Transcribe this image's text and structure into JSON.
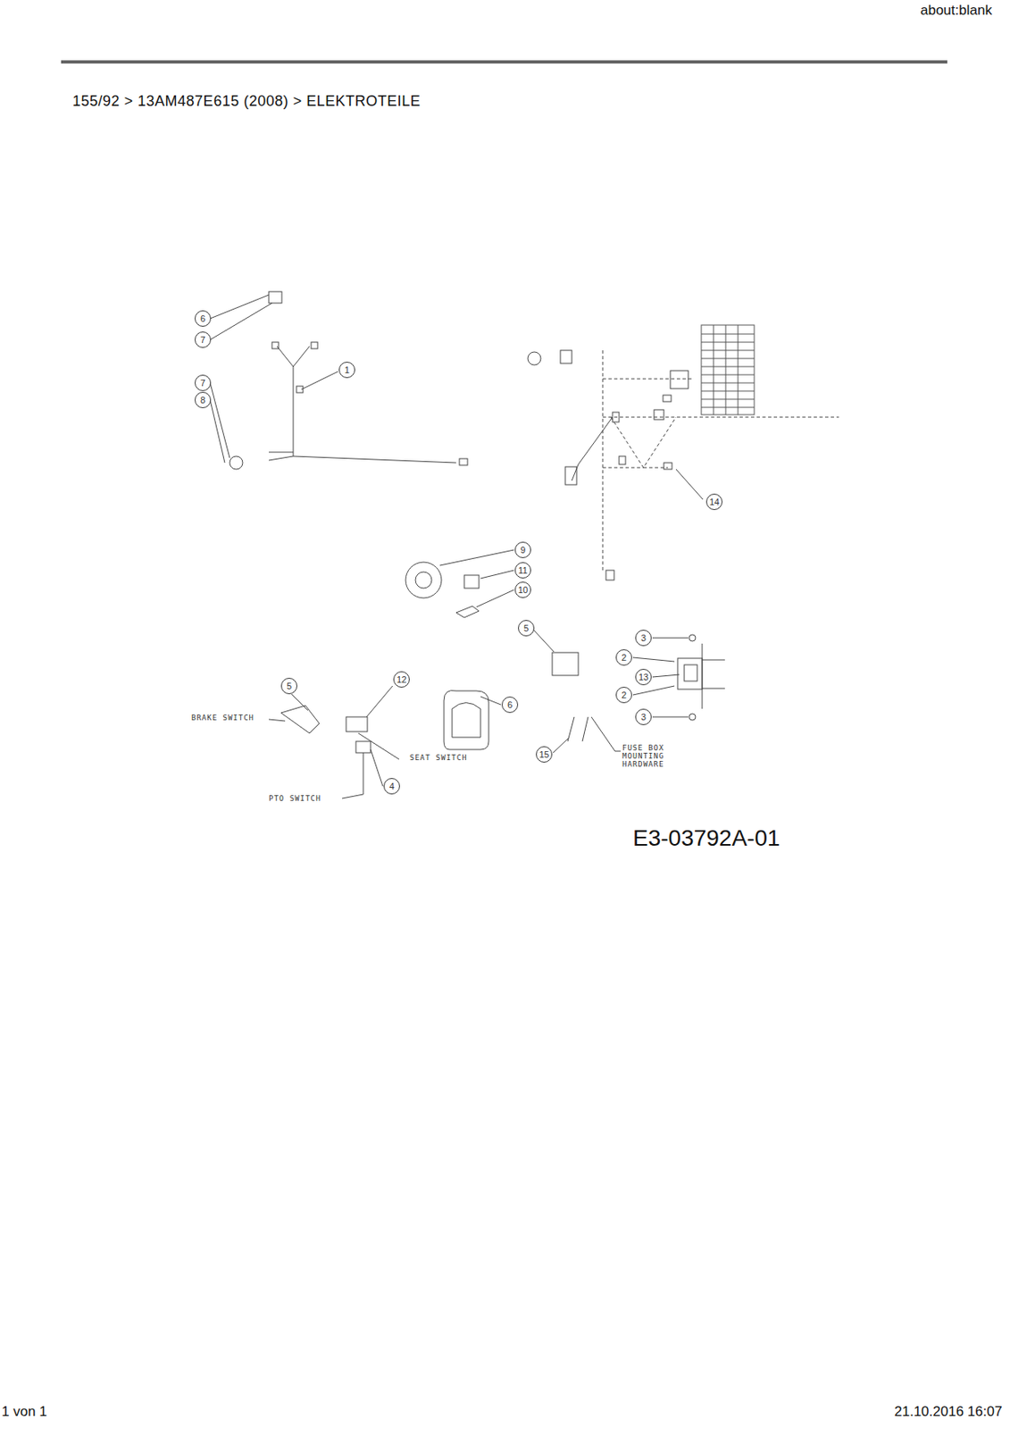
{
  "diagram": {
    "title": "155/92 > 13AM487E615 (2008) > ELEKTROTEILE",
    "labels": [
      "about:blank",
      "6",
      "7",
      "1",
      "7",
      "8",
      "9",
      "11",
      "10",
      "14",
      "5",
      "3",
      "2",
      "13",
      "2",
      "3",
      "5",
      "BRAKE SWITCH",
      "12",
      "SEAT SWITCH",
      "6",
      "4",
      "PTO SWITCH",
      "15",
      "FUSE BOX MOUNTING HARDWARE",
      "E3-03792A-01",
      "1 von 1",
      "21.10.2016 16:07"
    ]
  }
}
